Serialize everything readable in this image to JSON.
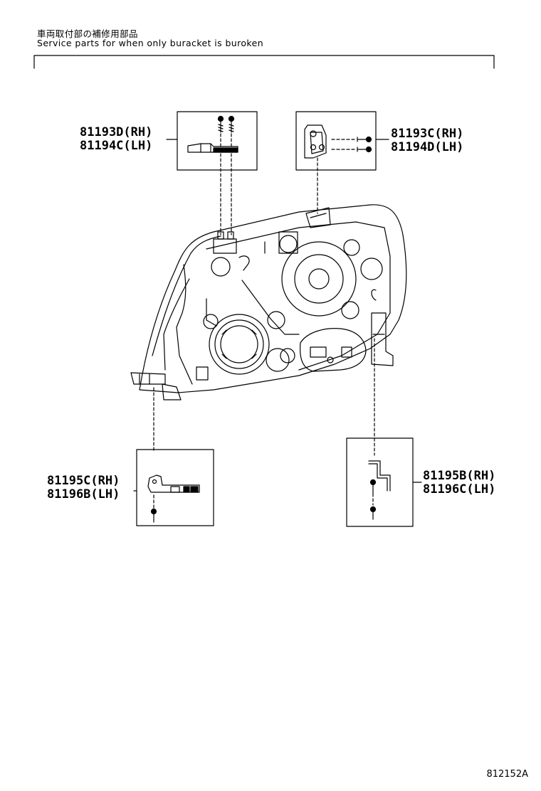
{
  "header": {
    "jp": "車両取付部の補修用部品",
    "en": "Service parts for when only buracket is buroken"
  },
  "callouts": [
    {
      "id": "top-left",
      "lines": [
        "81193D(RH)",
        "81194C(LH)"
      ]
    },
    {
      "id": "top-right",
      "lines": [
        "81193C(RH)",
        "81194D(LH)"
      ]
    },
    {
      "id": "bottom-left",
      "lines": [
        "81195C(RH)",
        "81196B(LH)"
      ]
    },
    {
      "id": "bottom-right",
      "lines": [
        "81195B(RH)",
        "81196C(LH)"
      ]
    }
  ],
  "figure_code": "812152A",
  "colors": {
    "ink": "#000000",
    "paper": "#ffffff"
  }
}
